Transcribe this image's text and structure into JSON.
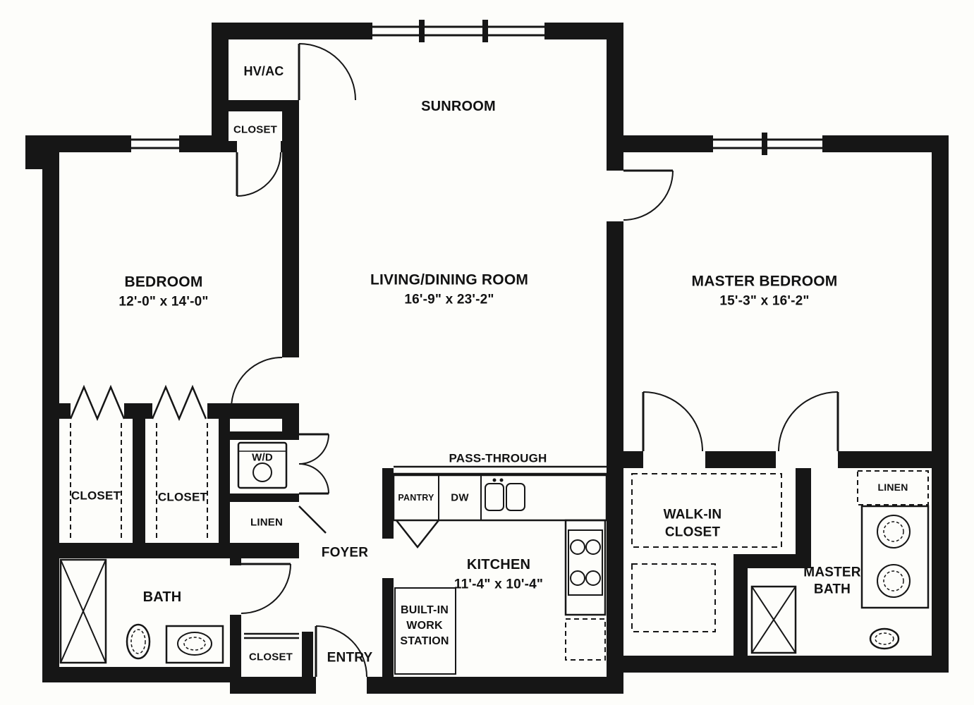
{
  "plan": {
    "background": "#fdfdfa",
    "wall_color": "#161616",
    "labels": {
      "hvac": "HV/AC",
      "sunroom": "SUNROOM",
      "closet_top": "CLOSET",
      "bedroom_name": "BEDROOM",
      "bedroom_dims": "12'-0\" x 14'-0\"",
      "living_name": "LIVING/DINING ROOM",
      "living_dims": "16'-9\" x 23'-2\"",
      "master_name": "MASTER BEDROOM",
      "master_dims": "15'-3\" x 16'-2\"",
      "closet1": "CLOSET",
      "closet2": "CLOSET",
      "wd": "W/D",
      "linen_left": "LINEN",
      "pass_through": "PASS-THROUGH",
      "pantry": "PANTRY",
      "dw": "DW",
      "walkin_line1": "WALK-IN",
      "walkin_line2": "CLOSET",
      "linen_right": "LINEN",
      "foyer": "FOYER",
      "kitchen_name": "KITCHEN",
      "kitchen_dims": "11'-4\" x 10'-4\"",
      "bath": "BATH",
      "master_bath_line1": "MASTER",
      "master_bath_line2": "BATH",
      "workstation_line1": "BUILT-IN",
      "workstation_line2": "WORK",
      "workstation_line3": "STATION",
      "entry": "ENTRY",
      "closet_bottom": "CLOSET"
    }
  }
}
